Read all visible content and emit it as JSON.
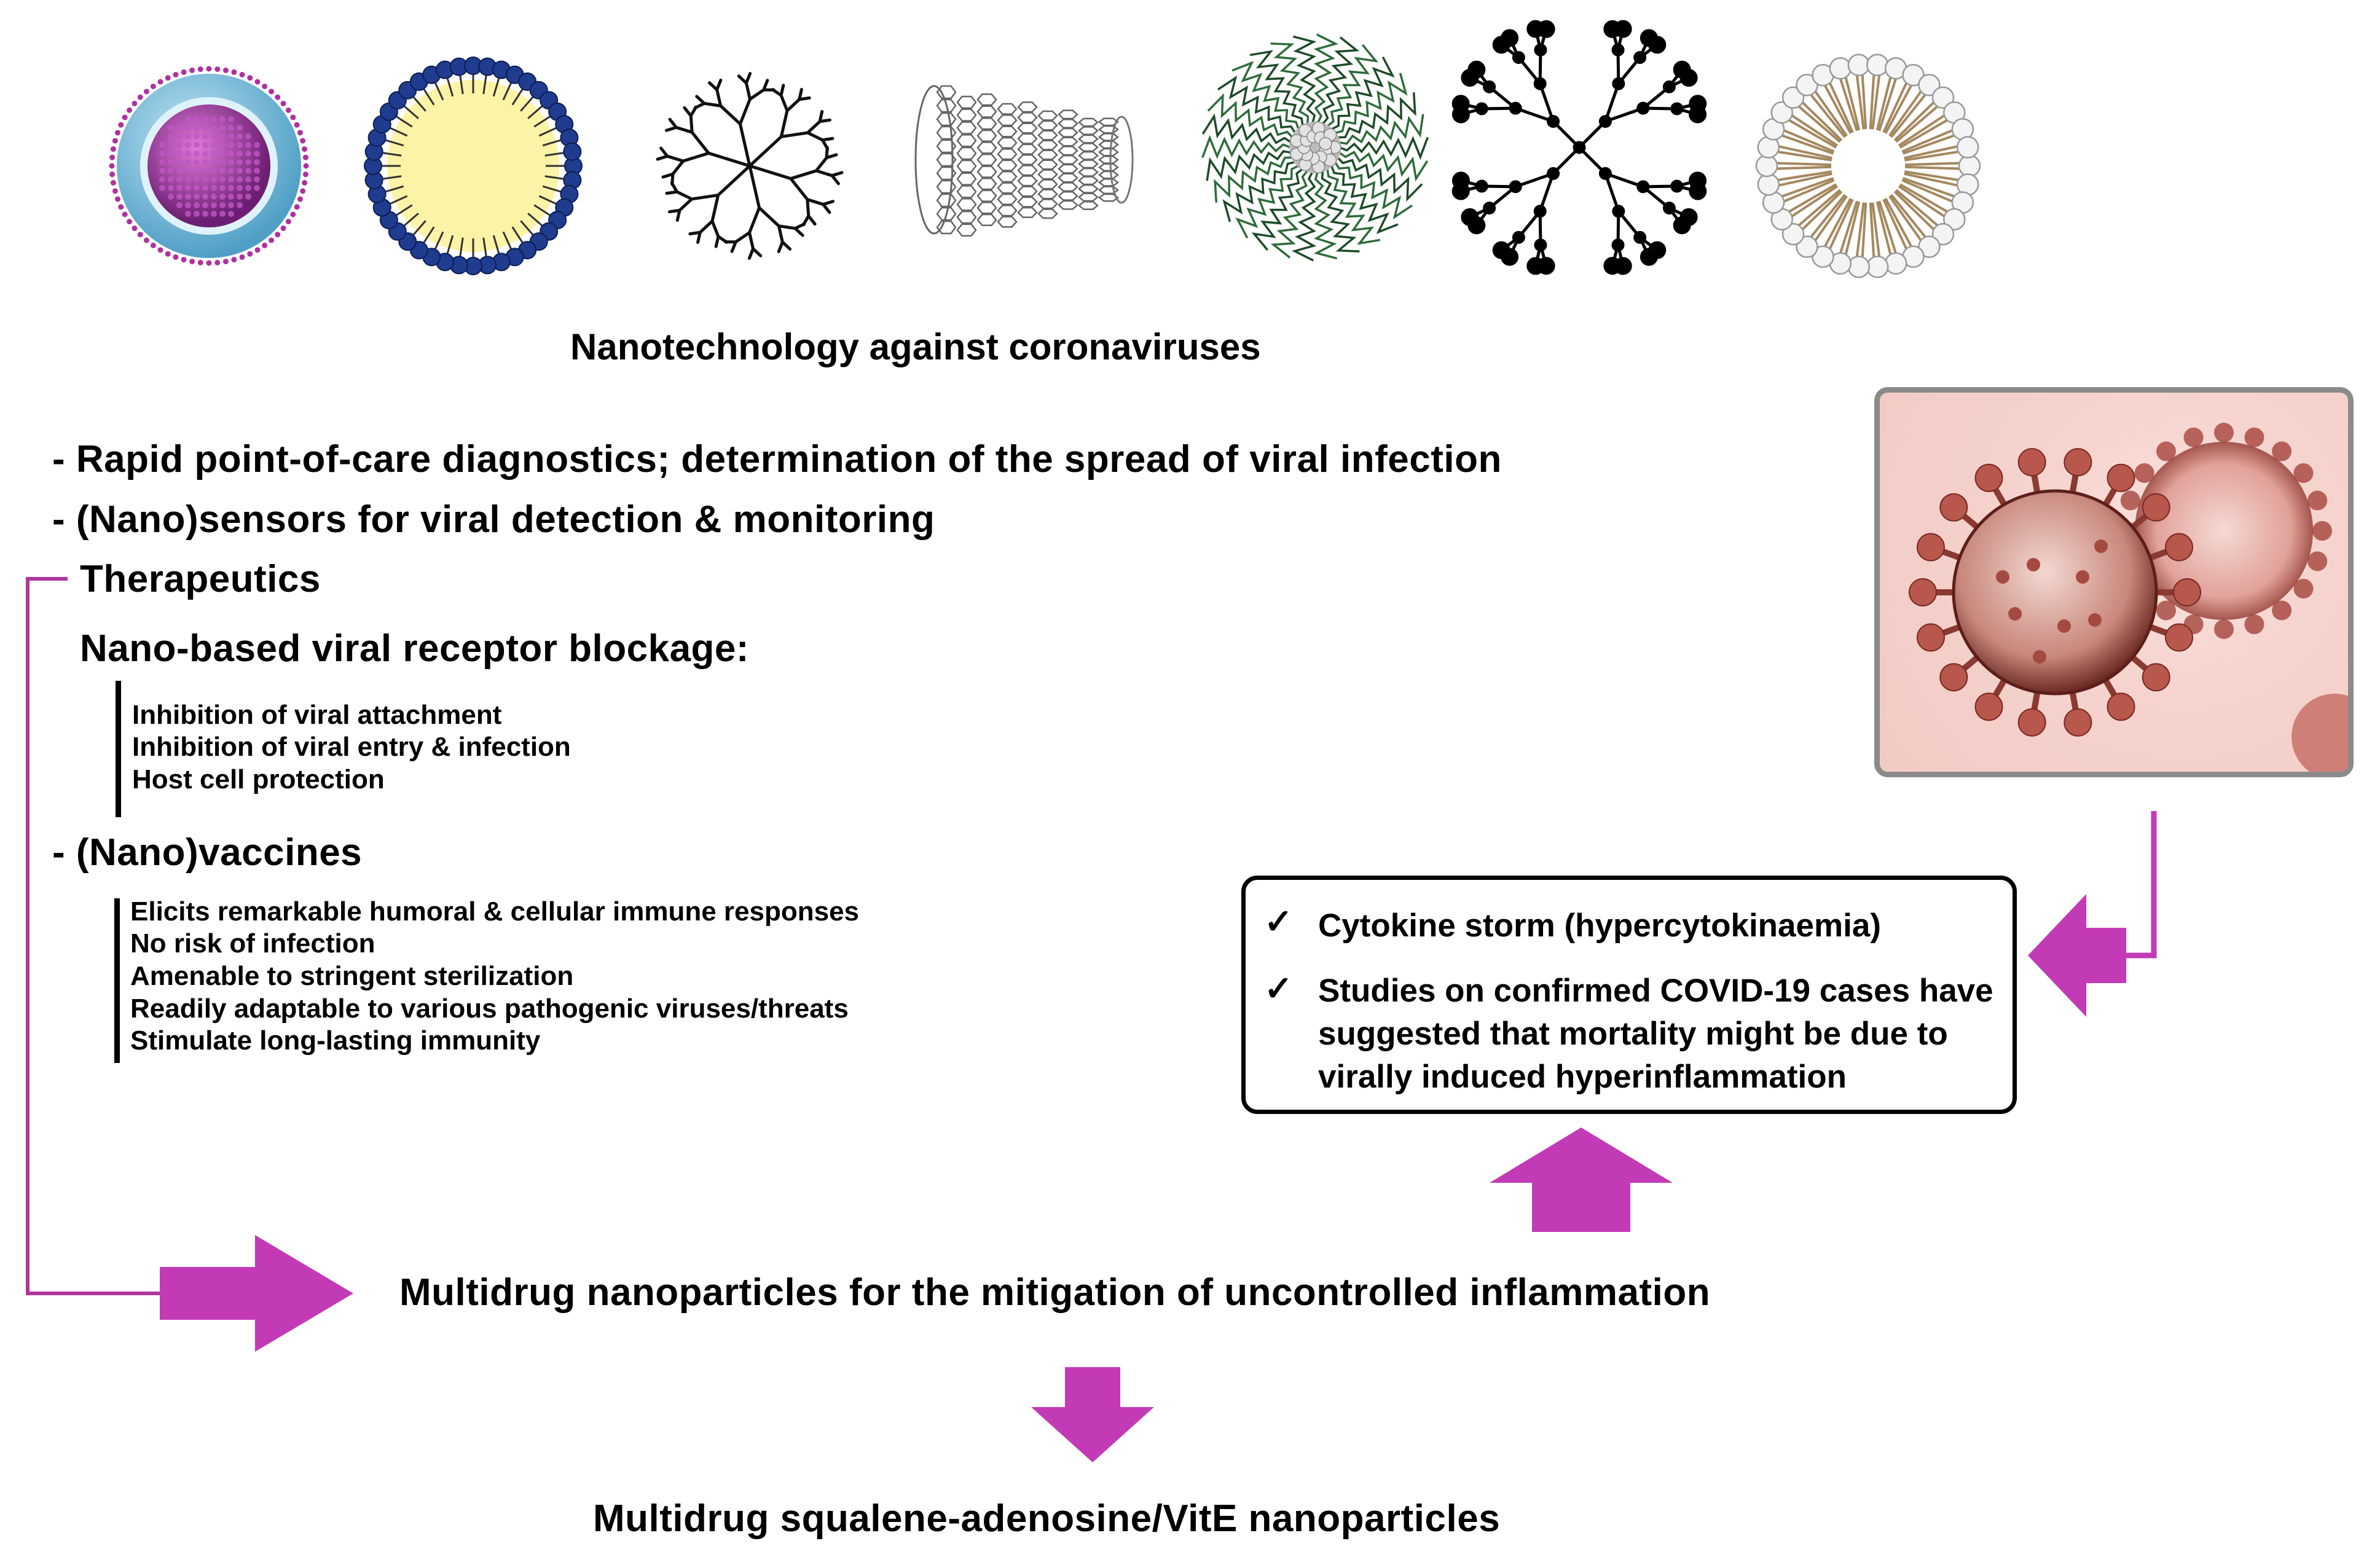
{
  "title": "Nanotechnology against coronaviruses",
  "applications": [
    "- Rapid point-of-care diagnostics; determination of the spread of viral infection",
    "- (Nano)sensors for viral detection & monitoring"
  ],
  "therapeutics": {
    "label": "Therapeutics",
    "receptor_blockage": {
      "heading": "Nano-based viral receptor blockage:",
      "items": [
        "Inhibition of viral attachment",
        "Inhibition of viral entry & infection",
        "Host cell protection"
      ]
    }
  },
  "vaccines": {
    "heading": "- (Nano)vaccines",
    "items": [
      "Elicits remarkable humoral & cellular immune responses",
      "No risk of infection",
      "Amenable to stringent sterilization",
      "Readily adaptable to various pathogenic viruses/threats",
      "Stimulate long-lasting immunity"
    ]
  },
  "findings": {
    "check_icon": "check-icon",
    "items": [
      "Cytokine storm (hypercytokinaemia)",
      "Studies on confirmed COVID-19 cases have suggested that mortality might be due to virally induced hyperinflammation"
    ]
  },
  "multidrug": "Multidrug nanoparticles for the mitigation of uncontrolled inflammation",
  "final": "Multidrug squalene-adenosine/VitE nanoparticles",
  "colors": {
    "arrow": "#c33ab6",
    "connector": "#b0359f",
    "liposome_outer": "#6fb8d8",
    "liposome_core": "#a640a8",
    "micelle_head": "#1f3c8f",
    "micelle_core": "#fbf3a6",
    "virus_frame": "#8a8a8a"
  }
}
